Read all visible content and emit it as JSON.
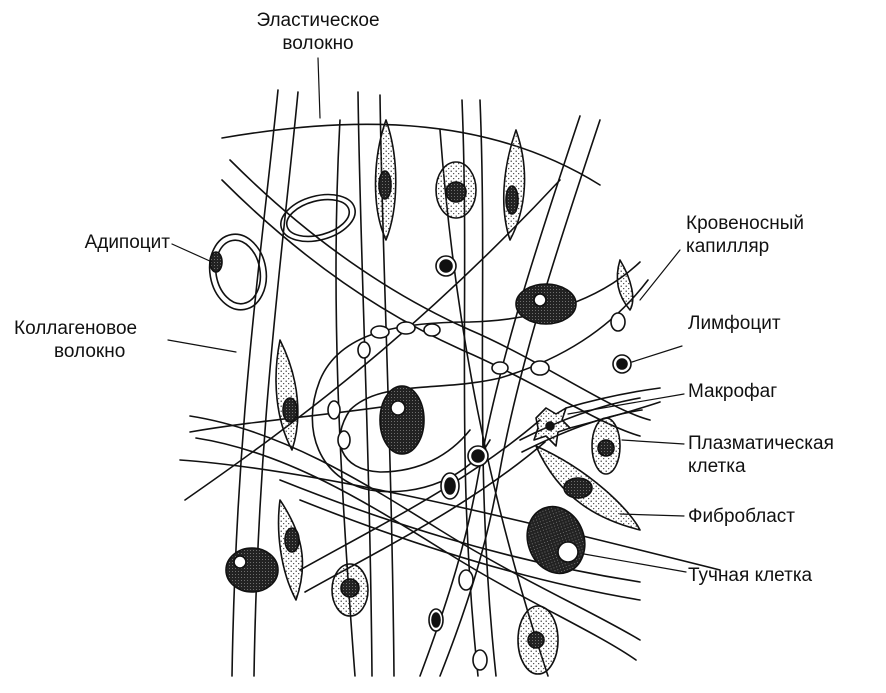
{
  "labels": {
    "elastic_fiber": [
      "Эластическое",
      "волокно"
    ],
    "adipocyte": [
      "Адипоцит"
    ],
    "collagen_fiber": [
      "Коллагеновое",
      "волокно"
    ],
    "blood_capillary": [
      "Кровеносный",
      "капилляр"
    ],
    "lymphocyte": [
      "Лимфоцит"
    ],
    "macrophage": [
      "Макрофаг"
    ],
    "plasma_cell": [
      "Плазматическая",
      "клетка"
    ],
    "fibroblast": [
      "Фибробласт"
    ],
    "mast_cell": [
      "Тучная клетка"
    ]
  },
  "colors": {
    "ink": "#111111",
    "stipple": "#555555",
    "background": "#ffffff"
  }
}
